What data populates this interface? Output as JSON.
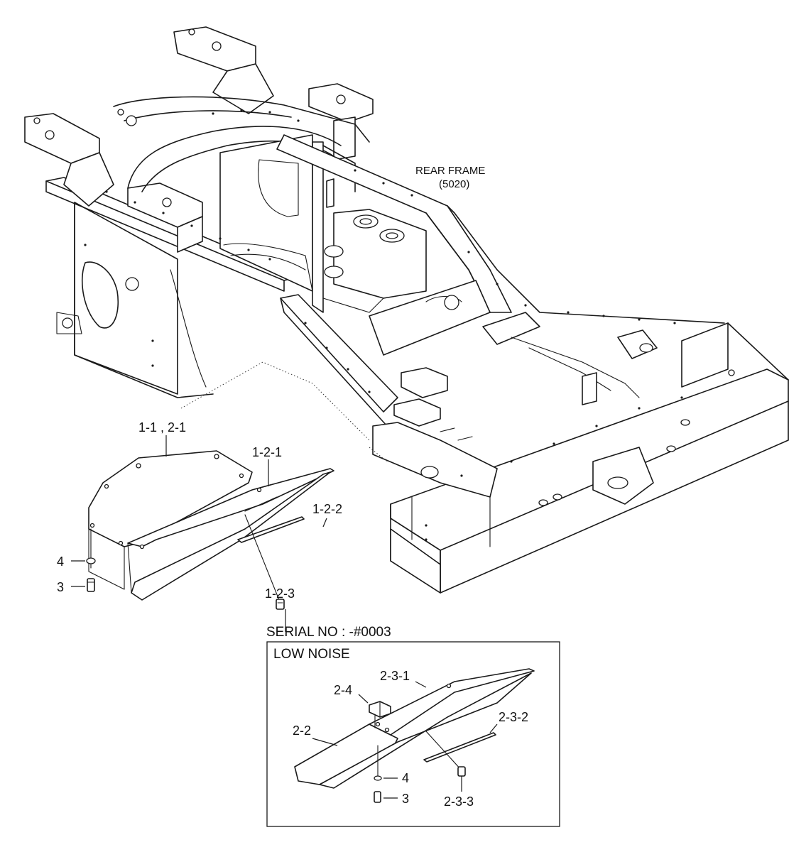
{
  "frame": {
    "name": "REAR FRAME",
    "code": "(5020)"
  },
  "labels": {
    "l_1_1_2_1": "1-1 , 2-1",
    "l_1_2_1": "1-2-1",
    "l_1_2_2": "1-2-2",
    "l_1_2_3": "1-2-3",
    "l_4": "4",
    "l_3": "3"
  },
  "inset": {
    "serial": "SERIAL NO : -#0003",
    "title": "LOW NOISE",
    "labels": {
      "l_2_3_1": "2-3-1",
      "l_2_4": "2-4",
      "l_2_2": "2-2",
      "l_2_3_2": "2-3-2",
      "l_4": "4",
      "l_3": "3",
      "l_2_3_3": "2-3-3"
    }
  }
}
